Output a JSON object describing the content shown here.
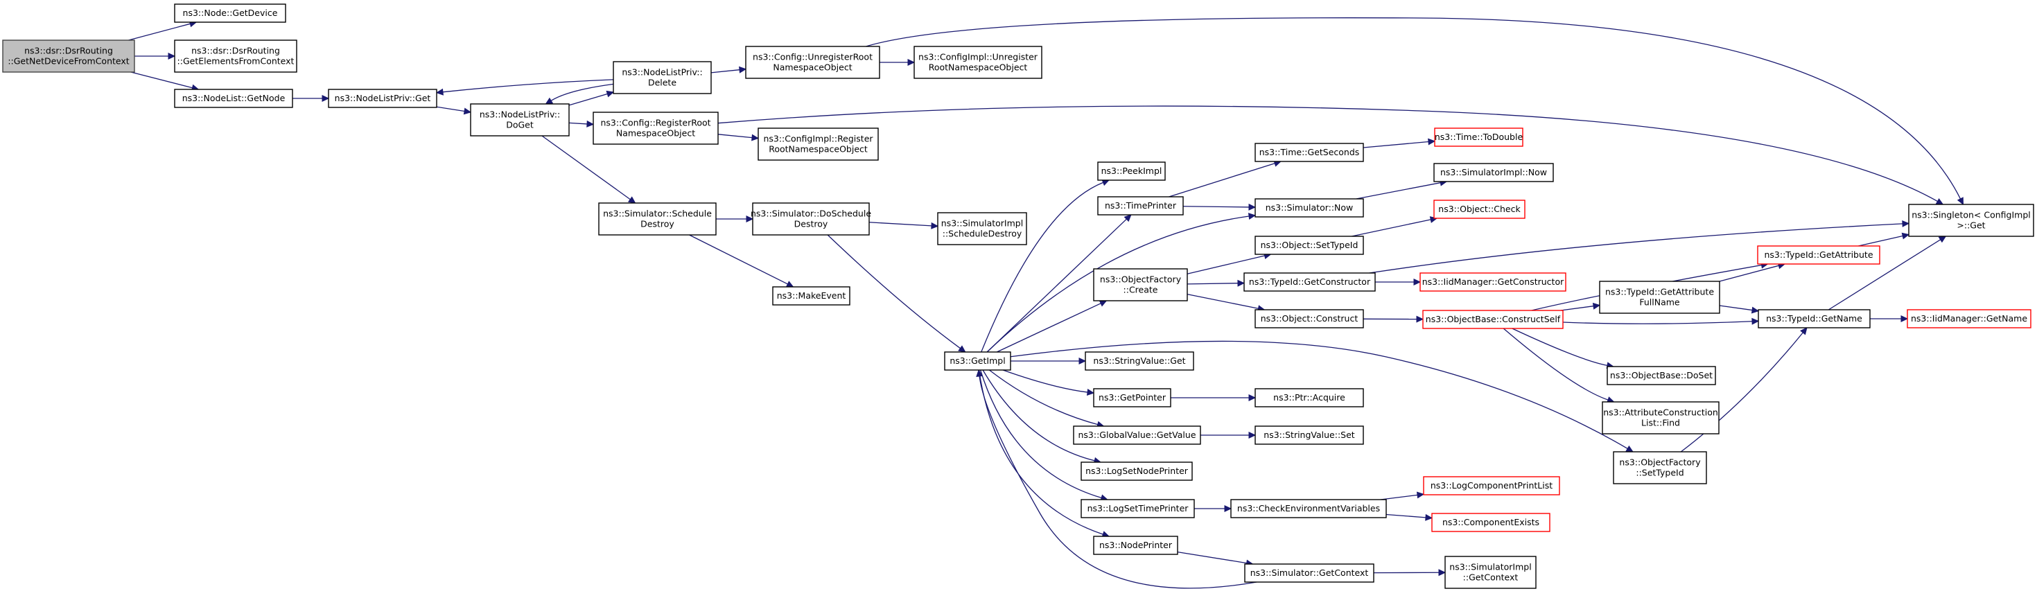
{
  "diagram": {
    "type": "call-graph",
    "colors": {
      "edge": "#191970",
      "root_fill": "#bfbfbf",
      "node_fill": "#ffffff",
      "node_border": "#000000",
      "truncated_border": "#ff0000"
    },
    "nodes": [
      {
        "id": "root",
        "lines": [
          "ns3::dsr::DsrRouting",
          "::GetNetDeviceFromContext"
        ],
        "style": "root"
      },
      {
        "id": "n_getdevice",
        "lines": [
          "ns3::Node::GetDevice"
        ],
        "style": "normal"
      },
      {
        "id": "n_getelements",
        "lines": [
          "ns3::dsr::DsrRouting",
          "::GetElementsFromContext"
        ],
        "style": "normal"
      },
      {
        "id": "n_nodelist_getnode",
        "lines": [
          "ns3::NodeList::GetNode"
        ],
        "style": "normal"
      },
      {
        "id": "n_nlp_get",
        "lines": [
          "ns3::NodeListPriv::Get"
        ],
        "style": "normal"
      },
      {
        "id": "n_nlp_doget",
        "lines": [
          "ns3::NodeListPriv::",
          "DoGet"
        ],
        "style": "normal"
      },
      {
        "id": "n_nlp_delete",
        "lines": [
          "ns3::NodeListPriv::",
          "Delete"
        ],
        "style": "normal"
      },
      {
        "id": "n_cfg_unreg",
        "lines": [
          "ns3::Config::UnregisterRoot",
          "NamespaceObject"
        ],
        "style": "normal"
      },
      {
        "id": "n_cfgimpl_unreg",
        "lines": [
          "ns3::ConfigImpl::Unregister",
          "RootNamespaceObject"
        ],
        "style": "normal"
      },
      {
        "id": "n_cfg_reg",
        "lines": [
          "ns3::Config::RegisterRoot",
          "NamespaceObject"
        ],
        "style": "normal"
      },
      {
        "id": "n_cfgimpl_reg",
        "lines": [
          "ns3::ConfigImpl::Register",
          "RootNamespaceObject"
        ],
        "style": "normal"
      },
      {
        "id": "n_sim_schedule_destroy",
        "lines": [
          "ns3::Simulator::Schedule",
          "Destroy"
        ],
        "style": "normal"
      },
      {
        "id": "n_sim_doschedule_destroy",
        "lines": [
          "ns3::Simulator::DoSchedule",
          "Destroy"
        ],
        "style": "normal"
      },
      {
        "id": "n_simimpl_schedule_destroy",
        "lines": [
          "ns3::SimulatorImpl",
          "::ScheduleDestroy"
        ],
        "style": "normal"
      },
      {
        "id": "n_makeevent",
        "lines": [
          "ns3::MakeEvent"
        ],
        "style": "normal"
      },
      {
        "id": "n_getimpl",
        "lines": [
          "ns3::GetImpl"
        ],
        "style": "normal"
      },
      {
        "id": "n_peekimpl",
        "lines": [
          "ns3::PeekImpl"
        ],
        "style": "normal"
      },
      {
        "id": "n_timeprinter",
        "lines": [
          "ns3::TimePrinter"
        ],
        "style": "normal"
      },
      {
        "id": "n_time_getseconds",
        "lines": [
          "ns3::Time::GetSeconds"
        ],
        "style": "normal"
      },
      {
        "id": "n_time_todouble",
        "lines": [
          "ns3::Time::ToDouble"
        ],
        "style": "truncated"
      },
      {
        "id": "n_sim_now",
        "lines": [
          "ns3::Simulator::Now"
        ],
        "style": "normal"
      },
      {
        "id": "n_simimpl_now",
        "lines": [
          "ns3::SimulatorImpl::Now"
        ],
        "style": "normal"
      },
      {
        "id": "n_obj_check",
        "lines": [
          "ns3::Object::Check"
        ],
        "style": "truncated"
      },
      {
        "id": "n_obj_settypeid",
        "lines": [
          "ns3::Object::SetTypeId"
        ],
        "style": "normal"
      },
      {
        "id": "n_objfactory_create",
        "lines": [
          "ns3::ObjectFactory",
          "::Create"
        ],
        "style": "normal"
      },
      {
        "id": "n_typeid_getconstructor",
        "lines": [
          "ns3::TypeId::GetConstructor"
        ],
        "style": "normal"
      },
      {
        "id": "n_iidmgr_getconstructor",
        "lines": [
          "ns3::IidManager::GetConstructor"
        ],
        "style": "truncated"
      },
      {
        "id": "n_obj_construct",
        "lines": [
          "ns3::Object::Construct"
        ],
        "style": "normal"
      },
      {
        "id": "n_objbase_constructself",
        "lines": [
          "ns3::ObjectBase::ConstructSelf"
        ],
        "style": "truncated"
      },
      {
        "id": "n_singleton_get",
        "lines": [
          "ns3::Singleton< ConfigImpl",
          " >::Get"
        ],
        "style": "normal"
      },
      {
        "id": "n_typeid_getattribute",
        "lines": [
          "ns3::TypeId::GetAttribute"
        ],
        "style": "truncated"
      },
      {
        "id": "n_typeid_getattrfullname",
        "lines": [
          "ns3::TypeId::GetAttribute",
          "FullName"
        ],
        "style": "normal"
      },
      {
        "id": "n_typeid_getname",
        "lines": [
          "ns3::TypeId::GetName"
        ],
        "style": "normal"
      },
      {
        "id": "n_iidmgr_getname",
        "lines": [
          "ns3::IidManager::GetName"
        ],
        "style": "truncated"
      },
      {
        "id": "n_objbase_doset",
        "lines": [
          "ns3::ObjectBase::DoSet"
        ],
        "style": "normal"
      },
      {
        "id": "n_attrconstruct_find",
        "lines": [
          "ns3::AttributeConstruction",
          "List::Find"
        ],
        "style": "normal"
      },
      {
        "id": "n_stringvalue_get",
        "lines": [
          "ns3::StringValue::Get"
        ],
        "style": "normal"
      },
      {
        "id": "n_getpointer",
        "lines": [
          "ns3::GetPointer"
        ],
        "style": "normal"
      },
      {
        "id": "n_ptr_acquire",
        "lines": [
          "ns3::Ptr::Acquire"
        ],
        "style": "normal"
      },
      {
        "id": "n_globalvalue_getvalue",
        "lines": [
          "ns3::GlobalValue::GetValue"
        ],
        "style": "normal"
      },
      {
        "id": "n_stringvalue_set",
        "lines": [
          "ns3::StringValue::Set"
        ],
        "style": "normal"
      },
      {
        "id": "n_logsetnodeprinter",
        "lines": [
          "ns3::LogSetNodePrinter"
        ],
        "style": "normal"
      },
      {
        "id": "n_logsettimeprinter",
        "lines": [
          "ns3::LogSetTimePrinter"
        ],
        "style": "normal"
      },
      {
        "id": "n_checkenvvars",
        "lines": [
          "ns3::CheckEnvironmentVariables"
        ],
        "style": "normal"
      },
      {
        "id": "n_logcompprintlist",
        "lines": [
          "ns3::LogComponentPrintList"
        ],
        "style": "truncated"
      },
      {
        "id": "n_componentexists",
        "lines": [
          "ns3::ComponentExists"
        ],
        "style": "truncated"
      },
      {
        "id": "n_objfactory_settypeid",
        "lines": [
          "ns3::ObjectFactory",
          "::SetTypeId"
        ],
        "style": "normal"
      },
      {
        "id": "n_nodeprinter",
        "lines": [
          "ns3::NodePrinter"
        ],
        "style": "normal"
      },
      {
        "id": "n_sim_getcontext",
        "lines": [
          "ns3::Simulator::GetContext"
        ],
        "style": "normal"
      },
      {
        "id": "n_simimpl_getcontext",
        "lines": [
          "ns3::SimulatorImpl",
          "::GetContext"
        ],
        "style": "normal"
      }
    ],
    "edges": [
      {
        "from": "root",
        "to": "n_getdevice"
      },
      {
        "from": "root",
        "to": "n_getelements"
      },
      {
        "from": "root",
        "to": "n_nodelist_getnode"
      },
      {
        "from": "n_nodelist_getnode",
        "to": "n_nlp_get"
      },
      {
        "from": "n_nlp_get",
        "to": "n_nlp_doget"
      },
      {
        "from": "n_nlp_doget",
        "to": "n_nlp_delete"
      },
      {
        "from": "n_nlp_doget",
        "to": "n_cfg_reg"
      },
      {
        "from": "n_nlp_doget",
        "to": "n_sim_schedule_destroy"
      },
      {
        "from": "n_nlp_delete",
        "to": "n_nlp_get"
      },
      {
        "from": "n_nlp_delete",
        "to": "n_nlp_doget"
      },
      {
        "from": "n_nlp_delete",
        "to": "n_cfg_unreg"
      },
      {
        "from": "n_cfg_unreg",
        "to": "n_cfgimpl_unreg"
      },
      {
        "from": "n_cfg_unreg",
        "to": "n_singleton_get"
      },
      {
        "from": "n_cfg_reg",
        "to": "n_cfgimpl_reg"
      },
      {
        "from": "n_cfg_reg",
        "to": "n_singleton_get"
      },
      {
        "from": "n_sim_schedule_destroy",
        "to": "n_sim_doschedule_destroy"
      },
      {
        "from": "n_sim_schedule_destroy",
        "to": "n_makeevent"
      },
      {
        "from": "n_sim_doschedule_destroy",
        "to": "n_simimpl_schedule_destroy"
      },
      {
        "from": "n_sim_doschedule_destroy",
        "to": "n_getimpl"
      },
      {
        "from": "n_getimpl",
        "to": "n_peekimpl"
      },
      {
        "from": "n_getimpl",
        "to": "n_timeprinter"
      },
      {
        "from": "n_getimpl",
        "to": "n_sim_now"
      },
      {
        "from": "n_getimpl",
        "to": "n_objfactory_create"
      },
      {
        "from": "n_getimpl",
        "to": "n_stringvalue_get"
      },
      {
        "from": "n_getimpl",
        "to": "n_getpointer"
      },
      {
        "from": "n_getimpl",
        "to": "n_globalvalue_getvalue"
      },
      {
        "from": "n_getimpl",
        "to": "n_logsetnodeprinter"
      },
      {
        "from": "n_getimpl",
        "to": "n_logsettimeprinter"
      },
      {
        "from": "n_getimpl",
        "to": "n_nodeprinter"
      },
      {
        "from": "n_getimpl",
        "to": "n_objfactory_settypeid"
      },
      {
        "from": "n_timeprinter",
        "to": "n_time_getseconds"
      },
      {
        "from": "n_timeprinter",
        "to": "n_sim_now"
      },
      {
        "from": "n_time_getseconds",
        "to": "n_time_todouble"
      },
      {
        "from": "n_sim_now",
        "to": "n_simimpl_now"
      },
      {
        "from": "n_objfactory_create",
        "to": "n_obj_settypeid"
      },
      {
        "from": "n_objfactory_create",
        "to": "n_typeid_getconstructor"
      },
      {
        "from": "n_objfactory_create",
        "to": "n_obj_construct"
      },
      {
        "from": "n_obj_settypeid",
        "to": "n_obj_check"
      },
      {
        "from": "n_typeid_getconstructor",
        "to": "n_iidmgr_getconstructor"
      },
      {
        "from": "n_typeid_getconstructor",
        "to": "n_singleton_get"
      },
      {
        "from": "n_obj_construct",
        "to": "n_objbase_constructself"
      },
      {
        "from": "n_objbase_constructself",
        "to": "n_typeid_getattribute"
      },
      {
        "from": "n_objbase_constructself",
        "to": "n_typeid_getattrfullname"
      },
      {
        "from": "n_objbase_constructself",
        "to": "n_typeid_getname"
      },
      {
        "from": "n_objbase_constructself",
        "to": "n_objbase_doset"
      },
      {
        "from": "n_objbase_constructself",
        "to": "n_attrconstruct_find"
      },
      {
        "from": "n_typeid_getattribute",
        "to": "n_singleton_get"
      },
      {
        "from": "n_typeid_getattrfullname",
        "to": "n_typeid_getattribute"
      },
      {
        "from": "n_typeid_getattrfullname",
        "to": "n_typeid_getname"
      },
      {
        "from": "n_typeid_getname",
        "to": "n_singleton_get"
      },
      {
        "from": "n_typeid_getname",
        "to": "n_iidmgr_getname"
      },
      {
        "from": "n_getpointer",
        "to": "n_ptr_acquire"
      },
      {
        "from": "n_globalvalue_getvalue",
        "to": "n_stringvalue_set"
      },
      {
        "from": "n_logsettimeprinter",
        "to": "n_checkenvvars"
      },
      {
        "from": "n_checkenvvars",
        "to": "n_logcompprintlist"
      },
      {
        "from": "n_checkenvvars",
        "to": "n_componentexists"
      },
      {
        "from": "n_objfactory_settypeid",
        "to": "n_typeid_getname"
      },
      {
        "from": "n_nodeprinter",
        "to": "n_sim_getcontext"
      },
      {
        "from": "n_sim_getcontext",
        "to": "n_simimpl_getcontext"
      },
      {
        "from": "n_sim_getcontext",
        "to": "n_getimpl"
      }
    ]
  }
}
